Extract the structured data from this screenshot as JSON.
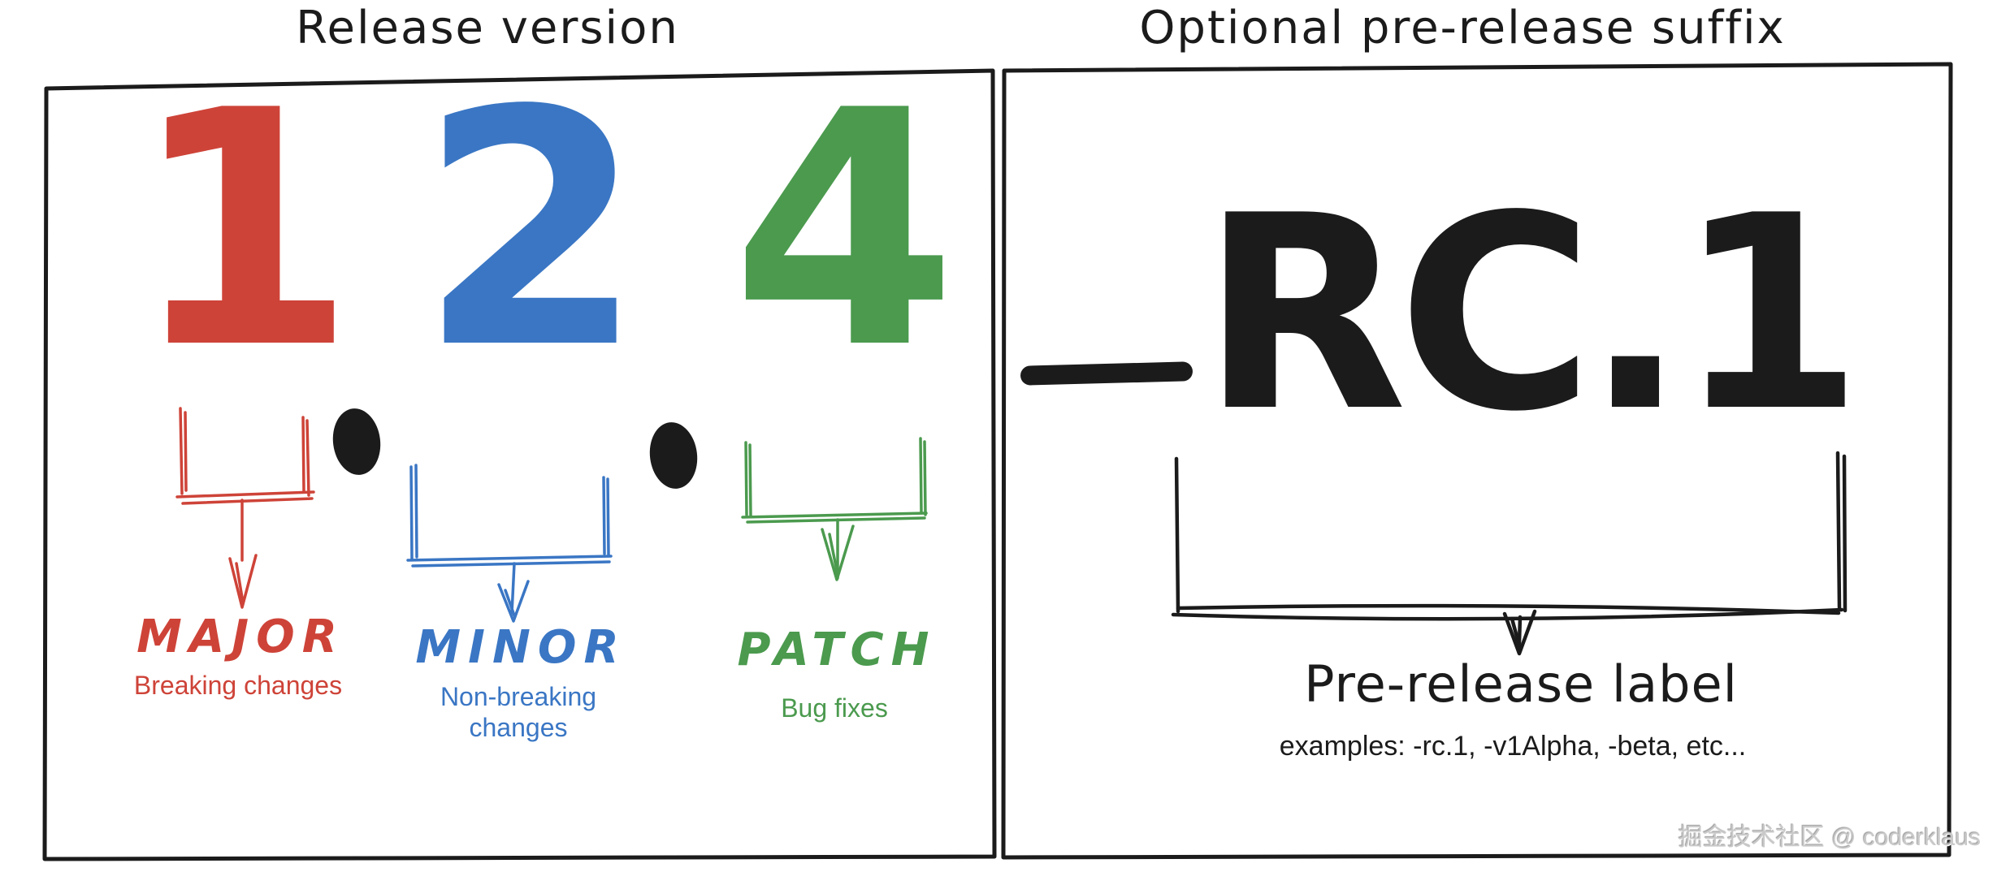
{
  "colors": {
    "ink": "#1b1b1b",
    "major": "#ce4338",
    "minor": "#3a76c4",
    "patch": "#4b9a4e",
    "watermark_text": "#c9c9c9"
  },
  "panels": {
    "left": {
      "title": "Release version"
    },
    "right": {
      "title": "Optional pre-release suffix"
    }
  },
  "version": {
    "separator": ".",
    "segments": [
      {
        "value": "1",
        "name": "MAJOR",
        "description": "Breaking changes",
        "color": "#ce4338"
      },
      {
        "value": "2",
        "name": "MINOR",
        "description": "Non-breaking changes",
        "color": "#3a76c4"
      },
      {
        "value": "4",
        "name": "PATCH",
        "description": "Bug fixes",
        "color": "#4b9a4e"
      }
    ]
  },
  "suffix": {
    "dash": "-",
    "value": "RC.1",
    "label": "Pre-release label",
    "examples": "examples: -rc.1, -v1Alpha, -beta, etc...",
    "color": "#1b1b1b"
  },
  "watermark": "掘金技术社区 @ coderklaus"
}
